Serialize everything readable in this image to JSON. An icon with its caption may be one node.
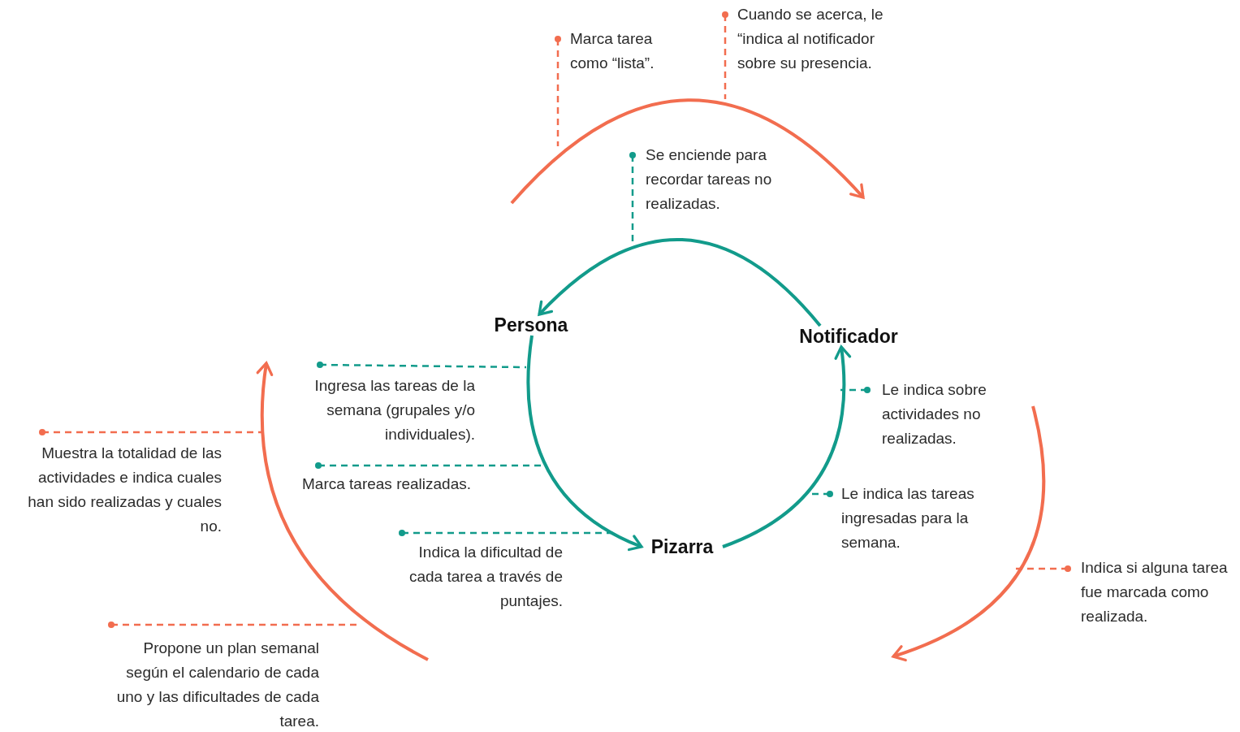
{
  "diagram": {
    "nodes": [
      {
        "text": [
          "Persona"
        ]
      },
      {
        "text": [
          "Notificador"
        ]
      },
      {
        "text": [
          "Pizarra"
        ]
      },
      {
        "text": [
          "Marca tarea como “lista”."
        ]
      },
      {
        "text": [
          "Cuando se acerca, le “indica al notificador sobre su presencia."
        ]
      },
      {
        "text": [
          "Se enciende para recordar tareas no realizadas."
        ]
      },
      {
        "text": [
          "Ingresa las tareas de la semana (grupales y/o individuales)."
        ]
      },
      {
        "text": [
          "Le indica sobre actividades no realizadas."
        ]
      },
      {
        "text": [
          "Muestra la totalidad de las actividades e indica cuales han sido realizadas y cuales no."
        ]
      },
      {
        "text": [
          "Marca tareas realizadas."
        ]
      },
      {
        "text": [
          "Le indica las tareas ingresadas para la semana."
        ]
      },
      {
        "text": [
          "Indica la dificultad de cada tarea a través de puntajes."
        ]
      },
      {
        "text": [
          "Indica si alguna tarea fue marcada como realizada."
        ]
      },
      {
        "text": [
          "Propone un plan semanal según el calendario de cada uno y las dificultades de cada tarea."
        ]
      }
    ],
    "edges": [
      {
        "from": 1,
        "to": 0,
        "arrow": "to"
      },
      {
        "from": 0,
        "to": 2,
        "arrow": "to"
      },
      {
        "from": 2,
        "to": 1,
        "arrow": "to"
      },
      {
        "from": 3,
        "to": null,
        "arrow": "other",
        "style": "dashed",
        "color": "#f26d4f"
      },
      {
        "from": 4,
        "to": null,
        "arrow": "other",
        "style": "dashed",
        "color": "#f26d4f"
      },
      {
        "from": 5,
        "to": null,
        "arrow": "other",
        "style": "dashed"
      },
      {
        "from": 6,
        "to": null,
        "arrow": "other",
        "style": "dashed"
      },
      {
        "from": 7,
        "to": null,
        "arrow": "other",
        "style": "dashed"
      },
      {
        "from": 8,
        "to": null,
        "arrow": "other",
        "style": "dashed",
        "color": "#f26d4f"
      },
      {
        "from": 9,
        "to": null,
        "arrow": "other",
        "style": "dashed"
      },
      {
        "from": 10,
        "to": null,
        "arrow": "other",
        "style": "dashed"
      },
      {
        "from": 11,
        "to": null,
        "arrow": "other",
        "style": "dashed"
      },
      {
        "from": 12,
        "to": null,
        "arrow": "other",
        "style": "dashed",
        "color": "#f26d4f"
      },
      {
        "from": 13,
        "to": null,
        "arrow": "other",
        "style": "dashed",
        "color": "#f26d4f"
      }
    ]
  }
}
